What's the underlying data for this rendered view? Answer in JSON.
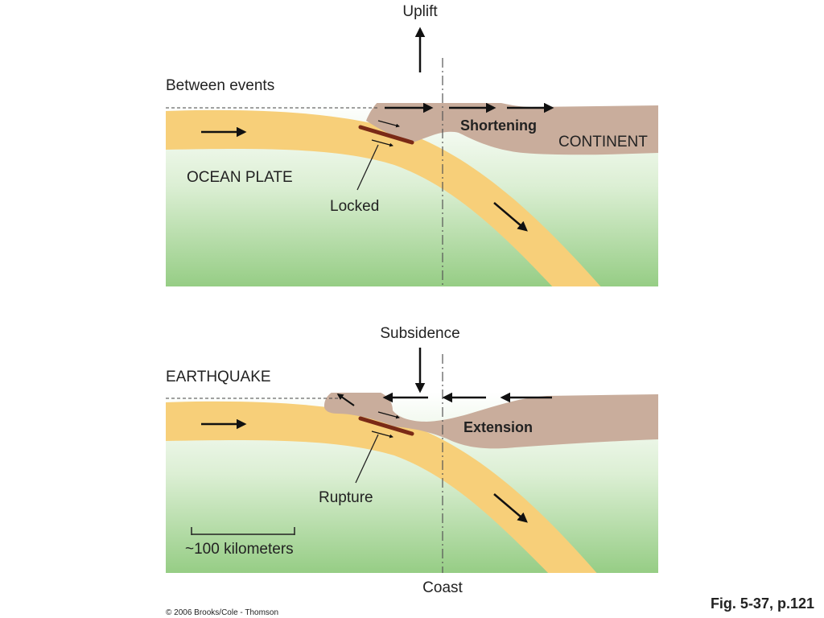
{
  "panels": {
    "top": {
      "state_label": "Between events",
      "vertical_motion": "Uplift",
      "deformation": "Shortening",
      "continent_label": "CONTINENT",
      "ocean_label": "OCEAN PLATE",
      "fault_label": "Locked"
    },
    "bottom": {
      "state_label": "EARTHQUAKE",
      "vertical_motion": "Subsidence",
      "deformation": "Extension",
      "fault_label": "Rupture",
      "scale_label": "~100 kilometers",
      "coast_label": "Coast"
    }
  },
  "footer": {
    "copyright": "© 2006 Brooks/Cole - Thomson",
    "figure_ref": "Fig. 5-37, p.121"
  },
  "colors": {
    "ocean_plate": "#F7CF79",
    "continent": "#C9AD9C",
    "mantle_top": "#FFFFFF",
    "mantle_bottom": "#96CD85",
    "fault": "#7A2A16",
    "arrow": "#111111"
  }
}
